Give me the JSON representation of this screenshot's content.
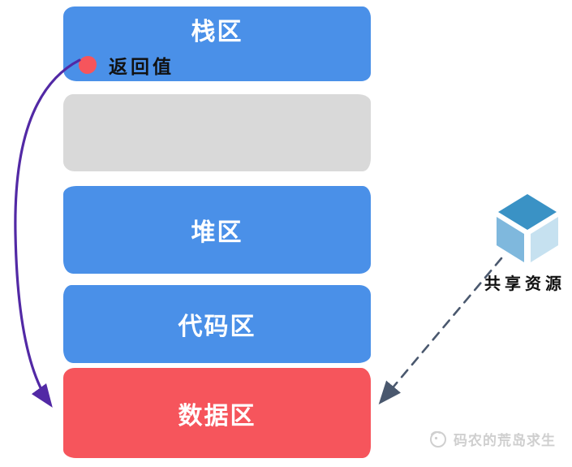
{
  "diagram": {
    "blocks": {
      "stack": {
        "label": "栈区",
        "color": "#4a90e8"
      },
      "reserved": {
        "label": "",
        "color": "#d9d9d9"
      },
      "heap": {
        "label": "堆区",
        "color": "#4a90e8"
      },
      "code": {
        "label": "代码区",
        "color": "#4a90e8"
      },
      "data": {
        "label": "数据区",
        "color": "#f6555c"
      }
    },
    "annotations": {
      "return_value": {
        "label": "返回值",
        "dot_color": "#f6555c",
        "arrow_color": "#5229a5",
        "arrow_from": "stack",
        "arrow_to": "data"
      },
      "shared_resource": {
        "label": "共享资源",
        "arrow_color": "#4a586e",
        "arrow_style": "dashed",
        "arrow_to": "data",
        "cube_colors": {
          "top": "#3a92c5",
          "left": "#7fb8dd",
          "right": "#c6e1f0"
        }
      }
    },
    "watermark": {
      "text": "码农的荒岛求生",
      "color": "#cfcfcf"
    }
  }
}
